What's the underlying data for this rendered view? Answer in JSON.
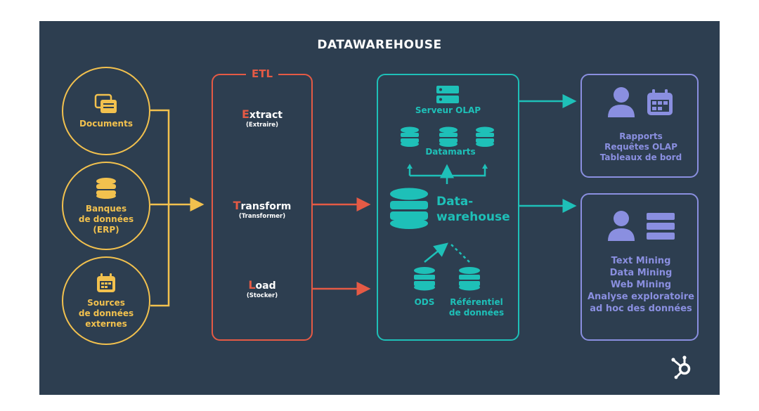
{
  "title": "DATAWAREHOUSE",
  "sources": [
    {
      "icon": "documents-icon",
      "lines": [
        "Documents"
      ]
    },
    {
      "icon": "database-icon",
      "lines": [
        "Banques",
        "de données",
        "(ERP)"
      ]
    },
    {
      "icon": "calendar-icon",
      "lines": [
        "Sources",
        "de données",
        "externes"
      ]
    }
  ],
  "etl": {
    "label": "ETL",
    "steps": [
      {
        "first": "E",
        "rest": "xtract",
        "sub": "(Extraire)"
      },
      {
        "first": "T",
        "rest": "ransform",
        "sub": "(Transformer)"
      },
      {
        "first": "L",
        "rest": "oad",
        "sub": "(Stocker)"
      }
    ]
  },
  "warehouse": {
    "olap": "Serveur OLAP",
    "datamarts": "Datamarts",
    "main_lines": [
      "Data-",
      "warehouse"
    ],
    "ods": "ODS",
    "ref_lines": [
      "Référentiel",
      "de données"
    ]
  },
  "outputs": [
    {
      "icons": [
        "user-icon",
        "calendar-icon"
      ],
      "lines": [
        "Rapports",
        "Requêtes OLAP",
        "Tableaux de bord"
      ]
    },
    {
      "icons": [
        "user-icon",
        "list-icon"
      ],
      "lines": [
        "Text Mining",
        "Data Mining",
        "Web Mining",
        "Analyse exploratoire",
        "ad hoc des données"
      ]
    }
  ],
  "colors": {
    "background": "#2d3e50",
    "sources": "#f2c14e",
    "etl": "#e55a45",
    "warehouse": "#1ec0b8",
    "outputs": "#8a8fe0"
  },
  "logo_icon": "hubspot-logo-icon"
}
